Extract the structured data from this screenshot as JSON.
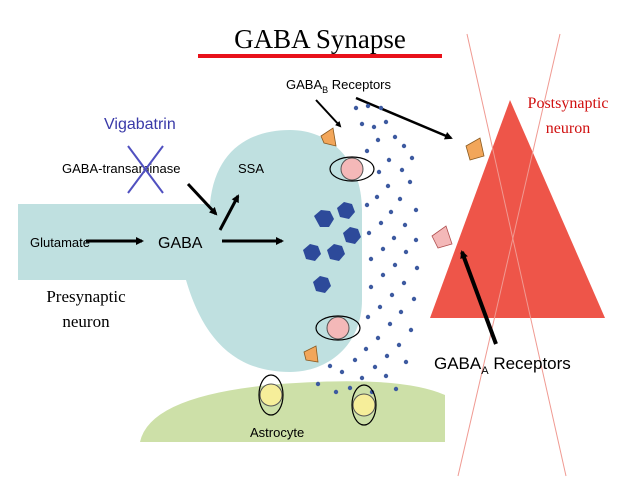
{
  "title": "GABA Synapse",
  "labels": {
    "gaba_b_main": "GABA",
    "gaba_b_sub": "B",
    "gaba_b_rest": " Receptors",
    "postsynaptic_line1": "Postsynaptic",
    "postsynaptic_line2": "neuron",
    "vigabatrin": "Vigabatrin",
    "gaba_transaminase": "GABA-transaminase",
    "ssa": "SSA",
    "glutamate": "Glutamate",
    "gaba": "GABA",
    "presynaptic_line1": "Presynaptic",
    "presynaptic_line2": "neuron",
    "gaba_a_main": "GABA",
    "gaba_a_sub": "A",
    "gaba_a_rest": " Receptors",
    "astrocyte": "Astrocyte"
  },
  "colors": {
    "title_underline": "#e8111a",
    "neuron_fill": "#bfe0e0",
    "postsynaptic_fill": "#ee5549",
    "postsynaptic_text": "#d01010",
    "astrocyte_fill": "#cde0a8",
    "vesicle": "#2d4a9a",
    "gaba_dot": "#3d5aa0",
    "vigabatrin_text": "#3a3aa8",
    "cross": "#5050c0",
    "transporter_pink": "#f4b8b8",
    "transporter_yellow": "#f6ee9a",
    "receptor_orange": "#f2a65a"
  }
}
